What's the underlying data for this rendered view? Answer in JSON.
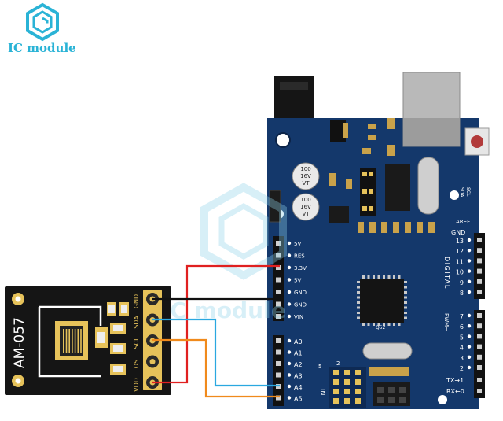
{
  "brand": {
    "name": "IC module",
    "watermark_text": "IC module",
    "accent_color": "#2ab3d6"
  },
  "module": {
    "label": "AM-057",
    "pins": [
      "GND",
      "SDA",
      "SCL",
      "OS",
      "VDD"
    ]
  },
  "board": {
    "power_header": [
      "5V",
      "RES",
      "3.3V",
      "5V",
      "GND",
      "GND",
      "VIN"
    ],
    "analog_header": [
      "A0",
      "A1",
      "A2",
      "A3",
      "A4",
      "A5"
    ],
    "analog_group_label": "IN",
    "digital_pins": [
      "13",
      "12",
      "11",
      "10",
      "9",
      "8",
      "7",
      "6",
      "5",
      "4",
      "3",
      "2",
      "1",
      "0"
    ],
    "top_labels": [
      "SCL",
      "SDA",
      "AREF",
      "GND"
    ],
    "digital_label": "DIGITAL",
    "pwm_label": "PWM~",
    "tx_label": "TX→1",
    "rx_label": "RX←0",
    "capacitor_lines": [
      "100",
      "16V",
      "VT"
    ],
    "chip_label": "Q52",
    "icsp_label": "2",
    "power_header_label": "5"
  },
  "wire_colors": {
    "vdd": "#e02020",
    "gnd": "#111111",
    "sda": "#2aa8e0",
    "scl": "#f08a1c"
  }
}
